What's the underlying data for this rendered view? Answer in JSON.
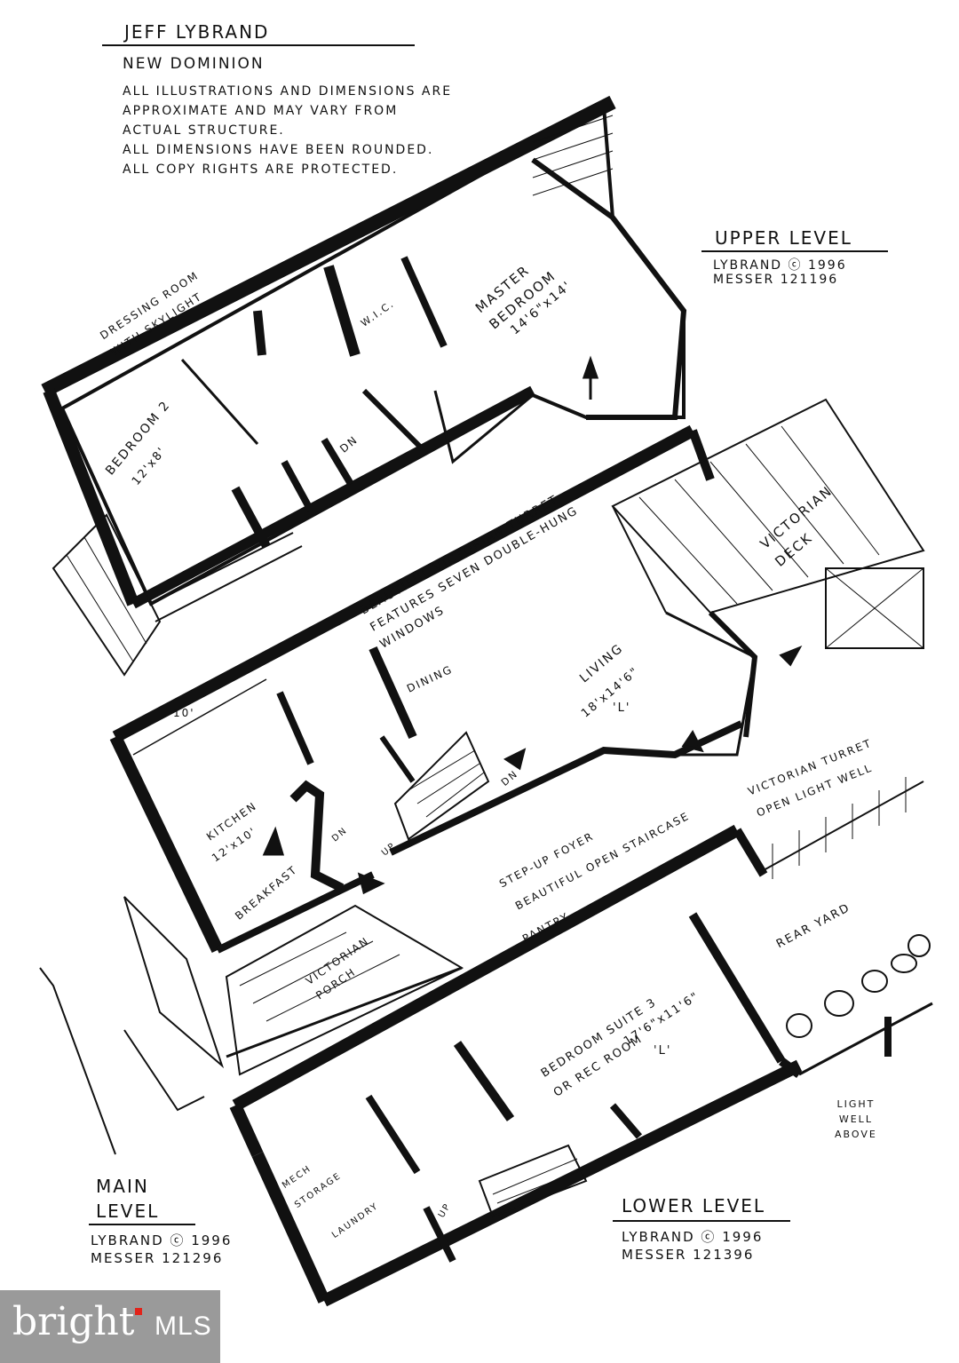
{
  "header": {
    "author": "JEFF LYBRAND",
    "company": "NEW DOMINION",
    "disclaimer_lines": [
      "ALL ILLUSTRATIONS AND DIMENSIONS ARE",
      "APPROXIMATE AND MAY VARY FROM",
      "ACTUAL STRUCTURE.",
      "ALL DIMENSIONS HAVE BEEN ROUNDED.",
      "ALL COPY RIGHTS ARE PROTECTED."
    ]
  },
  "upper_level": {
    "title": "UPPER LEVEL",
    "credit_line1": "LYBRAND ⓒ 1996",
    "credit_line2": "MESSER   121196",
    "labels": {
      "dressing_room": "DRESSING ROOM\nWITH SKYLIGHT",
      "master_bedroom": "MASTER\nBEDROOM",
      "master_size": "14'6\"x14'",
      "wic": "W.I.C.",
      "bedroom2": "BEDROOM 2",
      "bedroom2_size": "12'x8'",
      "dn": "DN",
      "turret_note": "BEAUTIFUL VICTORIAN TURRET\nFEATURES SEVEN DOUBLE-HUNG\nWINDOWS"
    }
  },
  "main_level": {
    "title": "MAIN\nLEVEL",
    "credit_line1": "LYBRAND ⓒ 1996",
    "credit_line2": "MESSER   121296",
    "labels": {
      "victorian_deck": "VICTORIAN\nDECK",
      "dining": "DINING",
      "living": "LIVING",
      "living_size": "18'x14'6\"",
      "living_shape": "'L'",
      "ten": "10'",
      "kitchen": "KITCHEN",
      "kitchen_size": "12'x10'",
      "breakfast": "BREAKFAST",
      "dn": "DN",
      "up": "UP",
      "dn2": "DN",
      "turret_light": "VICTORIAN TURRET\nOPEN LIGHT WELL",
      "foyer": "STEP-UP FOYER",
      "staircase": "BEAUTIFUL OPEN STAIRCASE",
      "pantry": "PANTRY",
      "porch": "VICTORIAN\nPORCH"
    }
  },
  "lower_level": {
    "title": "LOWER LEVEL",
    "credit_line1": "LYBRAND ⓒ 1996",
    "credit_line2": "MESSER   121396",
    "labels": {
      "rear_yard": "REAR YARD",
      "bedroom3": "BEDROOM SUITE 3\nOR REC ROOM",
      "bedroom3_size": "17'6\"x11'6\"",
      "bedroom3_shape": "'L'",
      "light_well": "LIGHT\nWELL\nABOVE",
      "mech": "MECH",
      "storage": "STORAGE",
      "laundry": "LAUNDRY",
      "up": "UP"
    }
  },
  "watermark": {
    "brand": "bright",
    "suffix": "MLS"
  }
}
